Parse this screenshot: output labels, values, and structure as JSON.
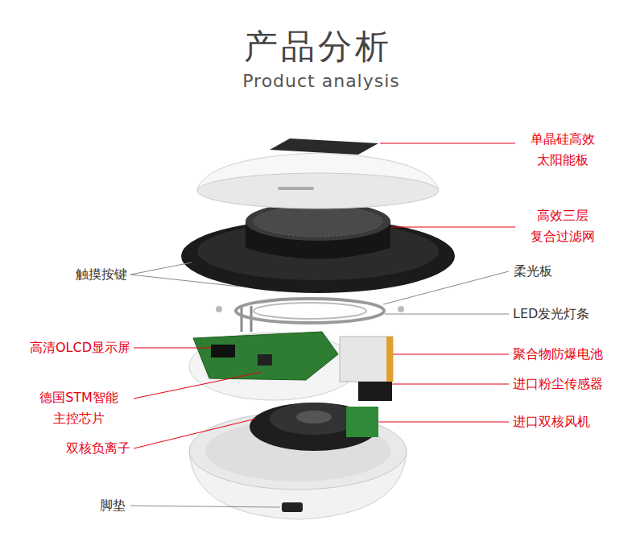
{
  "diagram": {
    "title": "产品分析",
    "labels": [
      "Product analysis",
      "单晶硅高效 太阳能板",
      "高效三层 复合过滤网",
      "触摸按键",
      "柔光板",
      "LED发光灯条",
      "高清OLCD显示屏",
      "聚合物防爆电池",
      "进口粉尘传感器",
      "德国STM智能 主控芯片",
      "进口双核风机",
      "双核负离子",
      "脚垫"
    ]
  }
}
